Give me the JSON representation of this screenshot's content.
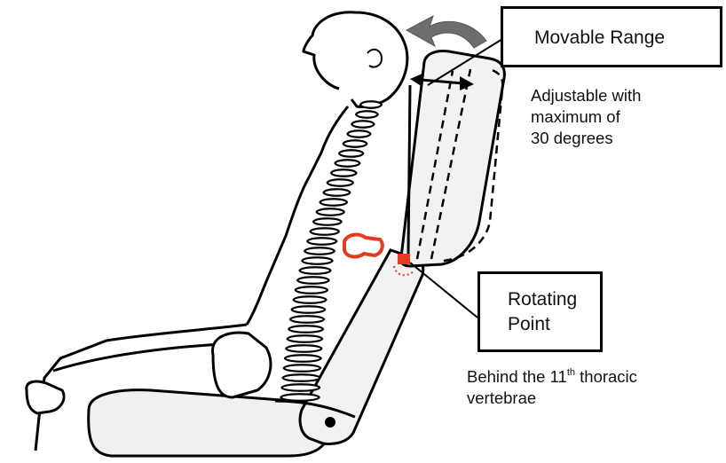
{
  "callouts": {
    "movable_range": {
      "title": "Movable Range",
      "description_lines": [
        "Adjustable with",
        "maximum of",
        "30 degrees"
      ]
    },
    "rotating_point": {
      "title_lines": [
        "Rotating",
        "Point"
      ],
      "description_prefix": "Behind the 11",
      "description_superscript": "th",
      "description_suffix": " thoracic",
      "description_line2": "vertebrae"
    }
  },
  "colors": {
    "line": "#000000",
    "seat_fill": "#f0f0f0",
    "highlight": "#e53a1f",
    "arrow_fill": "#6e6e6e"
  },
  "icons": {
    "rotation_arrow": "curved-arrow-left",
    "range_arrow": "double-headed-arrow",
    "pivot_marker": "red-square-marker"
  }
}
